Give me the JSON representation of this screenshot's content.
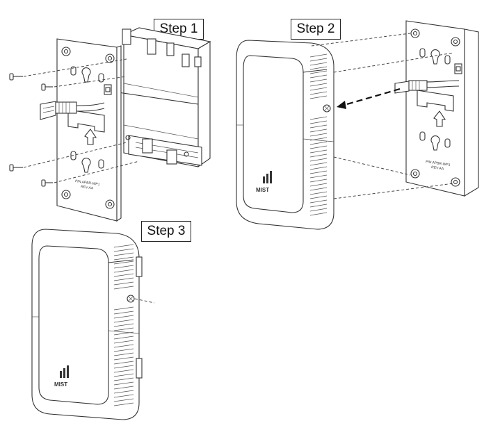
{
  "steps": [
    {
      "label": "Step 1"
    },
    {
      "label": "Step 2"
    },
    {
      "label": "Step 3"
    }
  ],
  "plate_marking": {
    "line1": "P/N APBR-WP1",
    "line2": "REV AA"
  },
  "device_logo": "MIST",
  "colors": {
    "line": "#333333",
    "background": "#ffffff"
  }
}
